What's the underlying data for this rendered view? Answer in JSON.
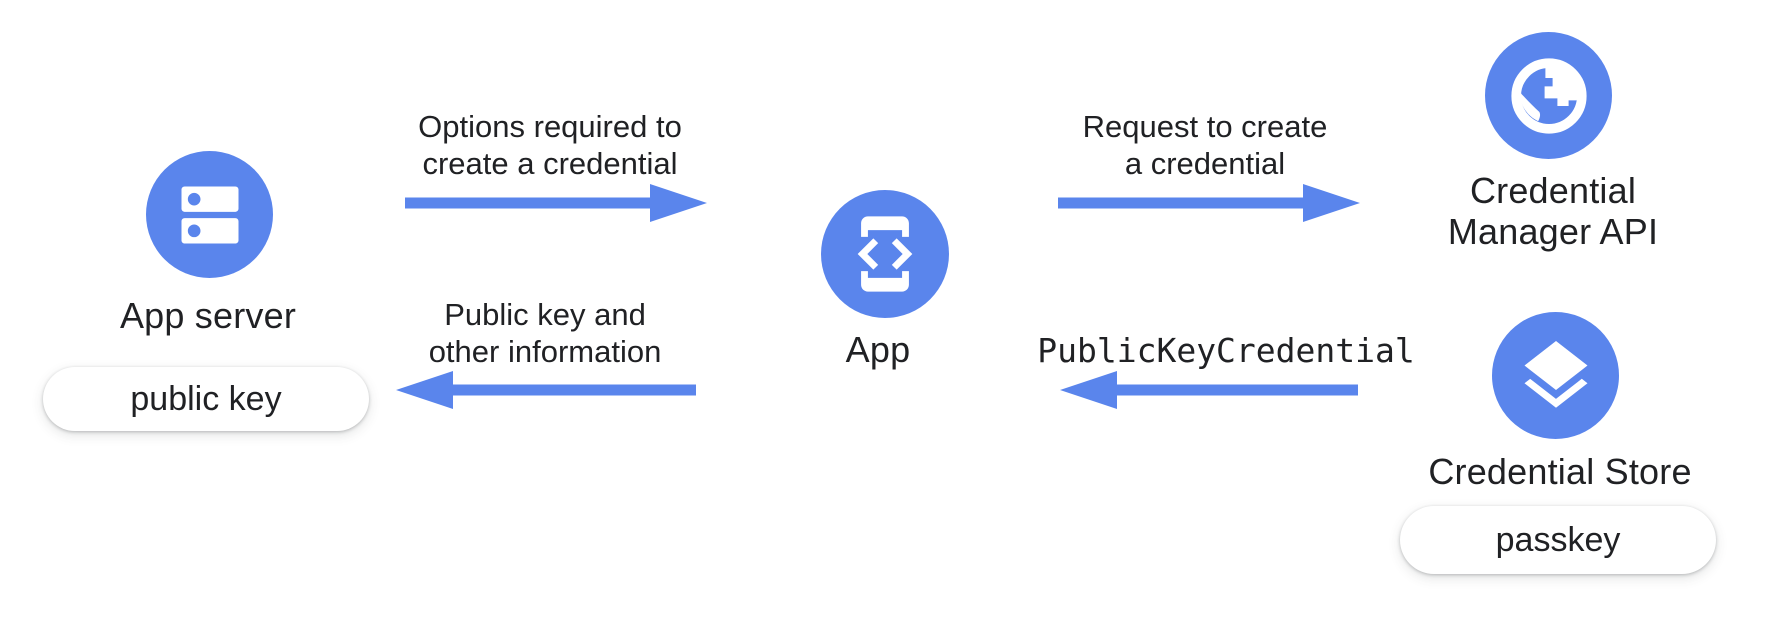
{
  "colors": {
    "accent_blue": "#5A85EC",
    "text": "#202124",
    "pill_background": "#FFFFFF",
    "page_background": "#FFFFFF"
  },
  "nodes": {
    "app_server": {
      "label": "App server",
      "icon": "server-icon"
    },
    "app": {
      "label": "App",
      "icon": "phone-code-icon"
    },
    "credential_manager": {
      "line1": "Credential",
      "line2": "Manager API",
      "icon": "globe-icon"
    },
    "credential_store": {
      "label": "Credential Store",
      "icon": "layers-icon"
    }
  },
  "pills": {
    "public_key": {
      "label": "public key"
    },
    "passkey": {
      "label": "passkey"
    }
  },
  "arrows": {
    "options": {
      "direction": "right",
      "line1": "Options required to",
      "line2": "create a credential"
    },
    "request": {
      "direction": "right",
      "line1": "Request to create",
      "line2": "a credential"
    },
    "public_key_info": {
      "direction": "left",
      "line1": "Public key and",
      "line2": "other information"
    },
    "public_key_credential": {
      "direction": "left",
      "label": "PublicKeyCredential",
      "label_font": "monospace"
    }
  }
}
